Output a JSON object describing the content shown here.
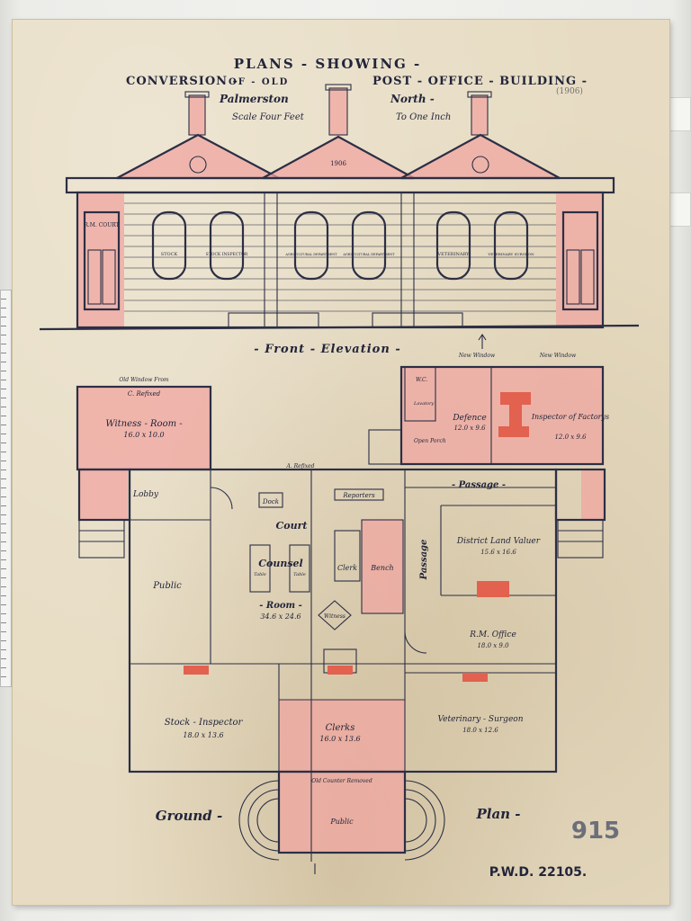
{
  "header": {
    "line1": "PLANS - SHOWING -",
    "line2_a": "CONVERSION -",
    "line2_b": "OF - OLD",
    "line2_c": "POST - OFFICE - BUILDING -",
    "place_a": "Palmerston",
    "place_b": "North -",
    "scale_a": "Scale Four Feet",
    "scale_b": "To One Inch",
    "note": "(1906)"
  },
  "elevation": {
    "title": "- Front - Elevation -",
    "court_door": "R.M. COURT",
    "date_mark": "1906",
    "windows": [
      "STOCK",
      "STOCK INSPECTOR",
      "AGRICULTURAL DEPARTMENT",
      "AGRICULTURAL DEPARTMENT",
      "VETERINARY",
      "VETERINARY SURGEON"
    ]
  },
  "plan": {
    "title_left": "Ground -",
    "title_right": "Plan -",
    "rooms": {
      "witness": "Witness - Room -",
      "witness_size": "16.0 x 10.0",
      "lobby": "Lobby",
      "public": "Public",
      "court": "Court",
      "counsel": "Counsel",
      "room": "- Room -",
      "room_size": "34.6 x 24.6",
      "dock": "Dock",
      "reporters": "Reporters",
      "clerk": "Clerk",
      "bench": "Bench",
      "witness_box": "Witness",
      "table1": "Table",
      "table2": "Table",
      "defence": "Defence",
      "defence_size": "12.0 x 9.6",
      "inspector": "Inspector of Factorys",
      "inspector_size": "12.0 x 9.6",
      "passage": "- Passage -",
      "passage_v": "Passage",
      "land_valuer": "District Land Valuer",
      "land_valuer_size": "15.6 x 16.6",
      "rm_office": "R.M. Office",
      "rm_office_size": "18.0 x 9.0",
      "stock_inspector": "Stock - Inspector",
      "stock_size": "18.0 x 13.6",
      "clerks": "Clerks",
      "clerks_size": "16.0 x 13.6",
      "vet": "Veterinary - Surgeon",
      "vet_size": "18.0 x 12.6",
      "open_porch": "Open Porch",
      "wc": "W.C.",
      "lavatory": "Lavatory",
      "public_entry": "Public",
      "counter": "Old Counter Removed",
      "new_window1": "New Window",
      "new_window2": "New Window",
      "c_refixed": "C. Refixed",
      "old_window": "Old Window From",
      "d_refixed": "A. Refixed"
    }
  },
  "stamps": {
    "number": "915",
    "pwd": "P.W.D. 22105."
  },
  "colors": {
    "paper": "#e7dcc3",
    "ink": "#2c2f45",
    "wash": "#f0a6a0",
    "chimney_red": "#e2614f"
  }
}
